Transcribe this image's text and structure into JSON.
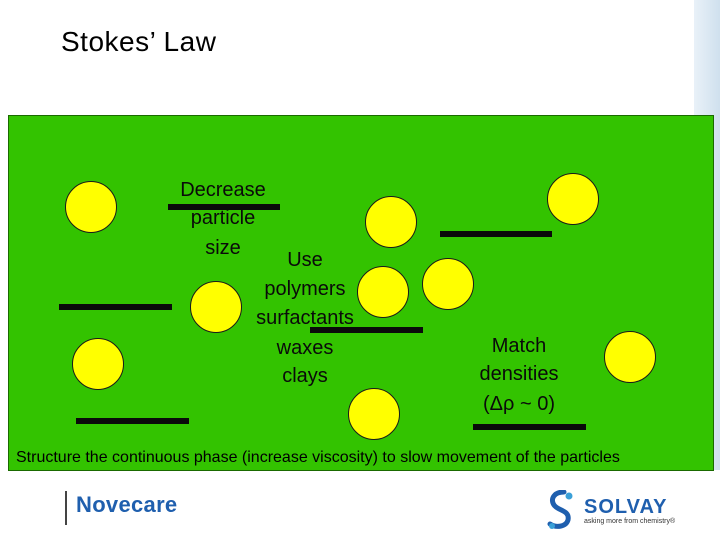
{
  "slide": {
    "title": "Stokes’ Law",
    "caption": "Structure the continuous phase (increase viscosity) to slow movement of the particles"
  },
  "labels": {
    "decrease": [
      "Decrease",
      "particle",
      "size"
    ],
    "use": [
      "Use",
      "polymers",
      "surfactants",
      "waxes",
      "clays"
    ],
    "match": [
      "Match",
      "densities",
      "(Δρ ~ 0)"
    ]
  },
  "footer": {
    "brand": "Novecare",
    "company": "SOLVAY",
    "tagline": "asking more from chemistry®"
  },
  "colors": {
    "panel": "#33c300",
    "particle": "#ffff00",
    "brand_blue": "#1f5fae"
  }
}
